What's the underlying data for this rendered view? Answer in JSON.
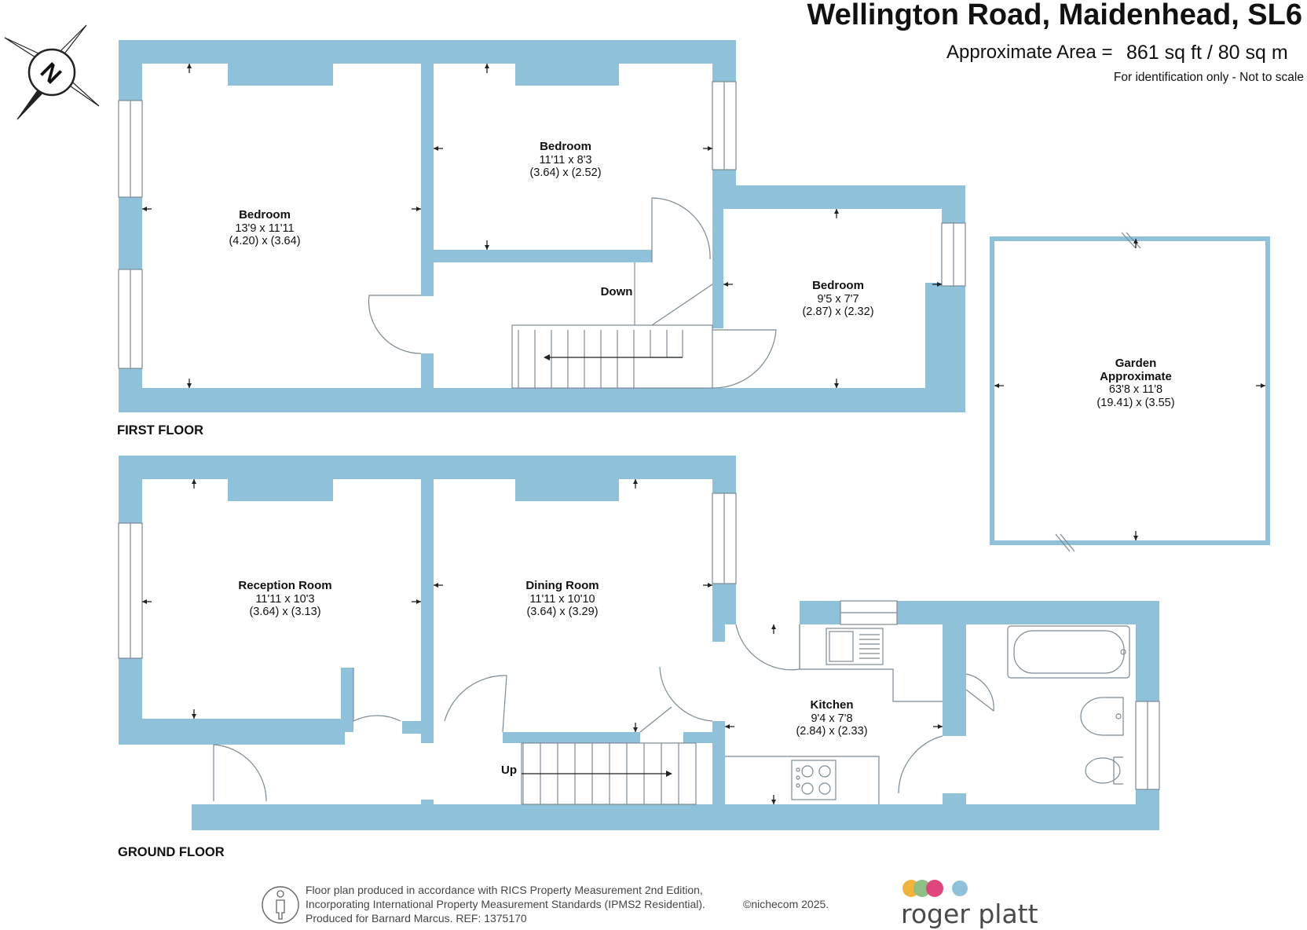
{
  "header": {
    "title": "Wellington Road, Maidenhead, SL6",
    "area_label": "Approximate Area =",
    "area_value": "861 sq ft / 80 sq m",
    "disclaimer": "For identification only - Not to scale"
  },
  "compass": {
    "letter": "N",
    "icon": "compass-north-icon"
  },
  "floors": {
    "first_floor_label": "FIRST FLOOR",
    "ground_floor_label": "GROUND FLOOR"
  },
  "first_floor": {
    "bedroom_1": {
      "name": "Bedroom",
      "imperial": "13'9 x 11'11",
      "metric": "(4.20) x (3.64)"
    },
    "bedroom_2": {
      "name": "Bedroom",
      "imperial": "11'11 x 8'3",
      "metric": "(3.64) x (2.52)"
    },
    "bedroom_3": {
      "name": "Bedroom",
      "imperial": "9'5 x 7'7",
      "metric": "(2.87) x (2.32)"
    },
    "stairs_label": "Down"
  },
  "garden": {
    "name": "Garden",
    "qualifier": "Approximate",
    "imperial": "63'8 x 11'8",
    "metric": "(19.41) x (3.55)"
  },
  "ground_floor": {
    "reception": {
      "name": "Reception Room",
      "imperial": "11'11 x 10'3",
      "metric": "(3.64) x (3.13)"
    },
    "dining": {
      "name": "Dining Room",
      "imperial": "11'11 x 10'10",
      "metric": "(3.64) x (3.29)"
    },
    "kitchen": {
      "name": "Kitchen",
      "imperial": "9'4 x 7'8",
      "metric": "(2.84) x (2.33)"
    },
    "stairs_label": "Up"
  },
  "footer": {
    "line1": "Floor plan produced in accordance with RICS Property Measurement 2nd Edition,",
    "line2": "Incorporating International Property Measurement Standards (IPMS2 Residential).",
    "line3": "Produced for Barnard Marcus.   REF:  1375170",
    "copyright": "©nichecom 2025.",
    "brand": "roger platt",
    "brand_dot_colors": [
      "#f2b33d",
      "#8cc084",
      "#e0457b",
      "#8fc1da"
    ]
  },
  "colors": {
    "wall": "#8fc1da",
    "text": "#111111"
  }
}
